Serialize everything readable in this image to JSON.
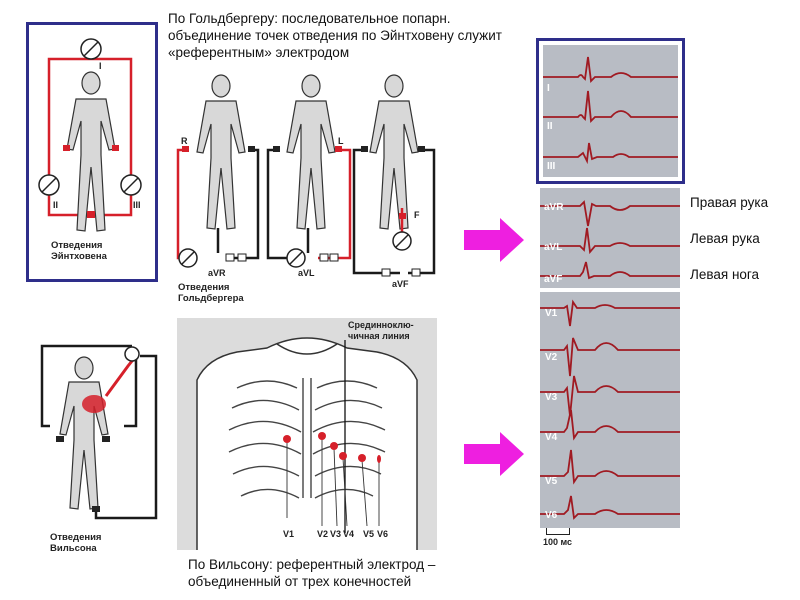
{
  "captions": {
    "goldberger": "По Гольдбергеру: последовательное попарн. объединение точек отведения по Эйнтховену служит «референтным» электродом",
    "wilson": "По Вильсону: референтный электрод – объединенный от трех конечностей"
  },
  "panels": {
    "einthoven": {
      "title_line1": "Отведения",
      "title_line2": "Эйнтховена",
      "lead_I": "I",
      "lead_II": "II",
      "lead_III": "III"
    },
    "goldberger": {
      "title_line1": "Отведения",
      "title_line2": "Гольдбергера",
      "label_R": "R",
      "label_L": "L",
      "label_F": "F",
      "aVR": "aVR",
      "aVL": "aVL",
      "aVF": "aVF"
    },
    "wilson": {
      "title_line1": "Отведения",
      "title_line2": "Вильсона"
    },
    "chest": {
      "midline_line1": "Срединноклю-",
      "midline_line2": "чичная линия",
      "V1": "V1",
      "V2": "V2",
      "V3": "V3",
      "V4": "V4",
      "V5": "V5",
      "V6": "V6"
    }
  },
  "ecg": {
    "standard_leads": [
      "I",
      "II",
      "III"
    ],
    "augmented_leads": [
      "aVR",
      "aVL",
      "aVF"
    ],
    "chest_leads": [
      "V1",
      "V2",
      "V3",
      "V4",
      "V5",
      "V6"
    ],
    "scale": "100 мс"
  },
  "limb_labels": [
    "Правая рука",
    "Левая рука",
    "Левая нога"
  ],
  "colors": {
    "frame": "#2e2e8a",
    "wire_red": "#d6202a",
    "wire_black": "#1a1a1a",
    "arrow": "#ee1fe0",
    "ecg_trace": "#a01a22",
    "ecg_bg": "#b8bcc4"
  }
}
